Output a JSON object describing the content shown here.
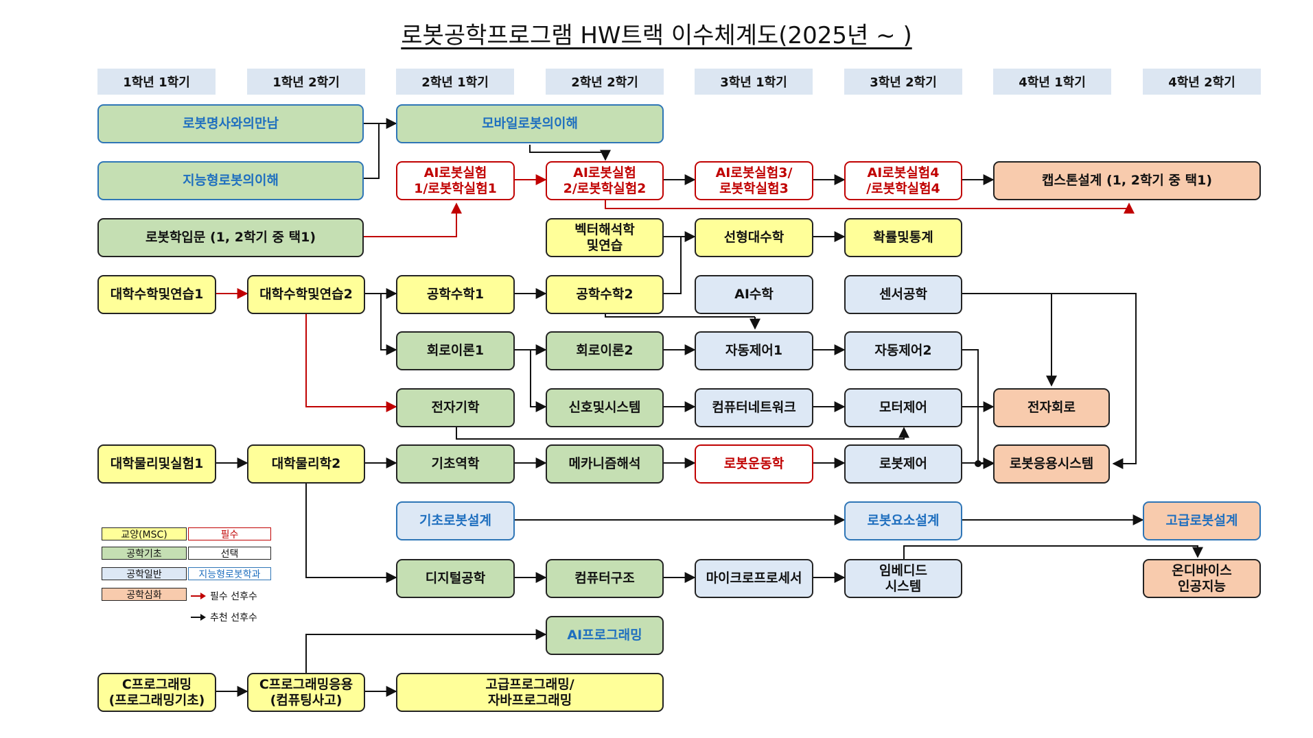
{
  "title": "로봇공학프로그램 HW트랙 이수체계도(2025년 ~    )",
  "semesters": [
    "1학년 1학기",
    "1학년 2학기",
    "2학년 1학기",
    "2학년 2학기",
    "3학년 1학기",
    "3학년 2학기",
    "4학년 1학기",
    "4학년 2학기"
  ],
  "courses": {
    "meet": "로봇명사와의만남",
    "intel": "지능형로봇의이해",
    "intro": "로봇학입문 (1, 2학기 중 택1)",
    "calc1": "대학수학및연습1",
    "calc2": "대학수학및연습2",
    "phys1": "대학물리및실험1",
    "phys2": "대학물리학2",
    "c1": "C프로그래밍\n(프로그래밍기초)",
    "c2": "C프로그래밍응용\n(컴퓨팅사고)",
    "mobile": "모바일로봇의이해",
    "lab1": "AI로봇실험\n1/로봇학실험1",
    "eng1": "공학수학1",
    "circ1": "회로이론1",
    "edraw": "전자기학",
    "basicmech": "기초역학",
    "basicdesign": "기초로봇설계",
    "digital": "디지털공학",
    "advprog": "고급프로그래밍/\n자바프로그래밍",
    "lab2": "AI로봇실험\n2/로봇학실험2",
    "vector": "벡터해석학\n및연습",
    "eng2": "공학수학2",
    "circ2": "회로이론2",
    "signal": "신호및시스템",
    "mechanism": "메카니즘해석",
    "arch": "컴퓨터구조",
    "aiprog": "AI프로그래밍",
    "lab3": "AI로봇실험3/\n로봇학실험3",
    "linalg": "선형대수학",
    "aimath": "AI수학",
    "ctrl1": "자동제어1",
    "network": "컴퓨터네트워크",
    "kinematics": "로봇운동학",
    "micro": "마이크로프로세서",
    "lab4": "AI로봇실험4\n/로봇학실험4",
    "prob": "확률및통계",
    "sensor": "센서공학",
    "ctrl2": "자동제어2",
    "motor": "모터제어",
    "robotctrl": "로봇제어",
    "element": "로봇요소설계",
    "embedded": "임베디드\n시스템",
    "capstone": "캡스톤설계 (1, 2학기 중 택1)",
    "ecircuit": "전자회로",
    "application": "로봇응용시스템",
    "advdesign": "고급로봇설계",
    "ondevice": "온디바이스\n인공지능"
  },
  "legend": {
    "msc": "교양(MSC)",
    "eng_basic": "공학기초",
    "eng_general": "공학일반",
    "eng_adv": "공학심화",
    "required": "필수",
    "optional": "선택",
    "dept": "지능형로봇학과",
    "req_arrow": "필수 선후수",
    "rec_arrow": "추천 선후수"
  },
  "colors": {
    "msc": "#ffff99",
    "eng_basic": "#c5dfb3",
    "eng_general": "#dde8f5",
    "eng_adv": "#f8cbad",
    "required": "#c00000",
    "dept": "#2e75b6",
    "semester_bg": "#dce6f2"
  }
}
